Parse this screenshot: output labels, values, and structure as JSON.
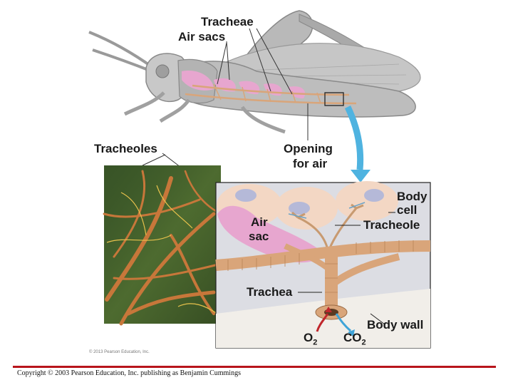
{
  "labels": {
    "tracheae": "Tracheae",
    "air_sacs": "Air sacs",
    "tracheoles": "Tracheoles",
    "opening_line1": "Opening",
    "opening_line2": "for air",
    "body_cell_line1": "Body",
    "body_cell_line2": "cell",
    "tracheole": "Tracheole",
    "air_sac_line1": "Air",
    "air_sac_line2": "sac",
    "trachea": "Trachea",
    "body_wall": "Body wall",
    "o2": "O",
    "o2_sub": "2",
    "co2": "CO",
    "co2_sub": "2"
  },
  "image_credit": "© 2013 Pearson Education, Inc.",
  "footer": "Copyright © 2003 Pearson Education, Inc. publishing as Benjamin Cummings",
  "colors": {
    "footer_rule": "#b8141b",
    "air_sac_pink": "#e7a6cf",
    "trachea_tan": "#d9a57a",
    "body_cell": "#f3d7c4",
    "arrow_blue": "#4fb3e0",
    "o2_arrow": "#c0262c",
    "co2_arrow": "#3fa4d8"
  }
}
